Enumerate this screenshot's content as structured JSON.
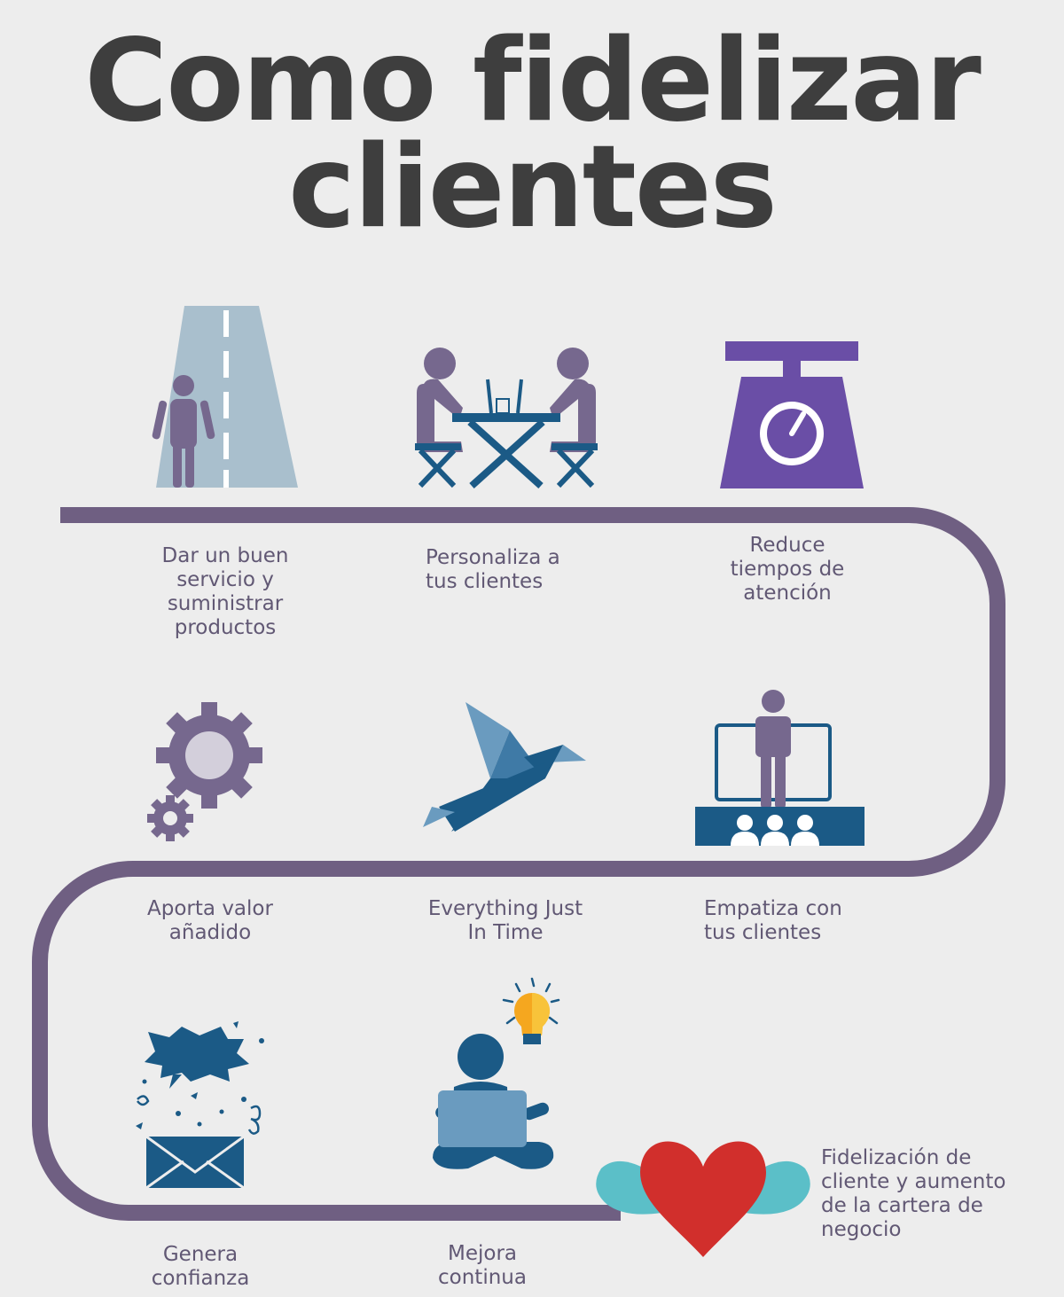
{
  "title": {
    "line1": "Como fidelizar",
    "line2": "clientes"
  },
  "colors": {
    "path": "#6f5f82",
    "purple_figure": "#76688e",
    "navy": "#1b5a86",
    "light_blue": "#6a9bbf",
    "road": "#a9bfcd",
    "scale": "#6a4ea6",
    "heart": "#d12f2c",
    "wings": "#5bbfc8",
    "text": "#615874",
    "title": "#3e3e3e"
  },
  "steps": [
    {
      "label": [
        "Dar un buen",
        "servicio y",
        "suministrar",
        "productos"
      ],
      "icon": "road-person-icon"
    },
    {
      "label": [
        "Personaliza a",
        "tus clientes"
      ],
      "icon": "meeting-table-icon"
    },
    {
      "label": [
        "Reduce",
        "tiempos de",
        "atención"
      ],
      "icon": "weighing-scale-icon"
    },
    {
      "label": [
        "Aporta valor",
        "añadido"
      ],
      "icon": "gears-icon"
    },
    {
      "label": [
        "Everything Just",
        "In Time"
      ],
      "icon": "paper-bird-icon"
    },
    {
      "label": [
        "Empatiza con",
        "tus clientes"
      ],
      "icon": "presenter-audience-icon"
    },
    {
      "label": [
        "Genera",
        "confianza"
      ],
      "icon": "envelope-burst-icon"
    },
    {
      "label": [
        "Mejora",
        "continua"
      ],
      "icon": "person-laptop-idea-icon"
    },
    {
      "label": [
        "Fidelización de",
        "cliente y aumento",
        "de la cartera de",
        "negocio"
      ],
      "icon": "winged-heart-icon"
    }
  ]
}
